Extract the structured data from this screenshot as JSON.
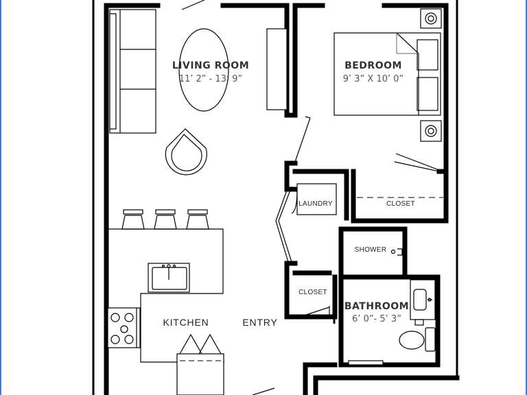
{
  "rooms": {
    "living": {
      "name": "LIVING ROOM",
      "dims": "11’ 2” - 13’ 9”"
    },
    "bedroom": {
      "name": "BEDROOM",
      "dims": "9’ 3” X 10’ 0”"
    },
    "laundry": {
      "name": "LAUNDRY"
    },
    "closet_bedroom": {
      "name": "CLOSET"
    },
    "shower": {
      "name": "SHOWER"
    },
    "closet_entry": {
      "name": "CLOSET"
    },
    "bathroom": {
      "name": "BATHROOM",
      "dims": "6’ 0”- 5’ 3”"
    },
    "kitchen": {
      "name": "KITCHEN"
    },
    "entry": {
      "name": "ENTRY"
    }
  },
  "colors": {
    "wall": "#000000",
    "edge": "#4a78c8"
  }
}
